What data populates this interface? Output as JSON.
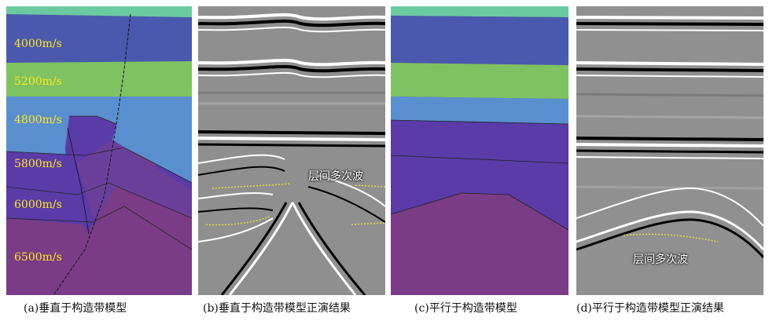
{
  "panels": {
    "a": {
      "caption": "(a)垂直于构造带模型",
      "velocities": [
        "4000m/s",
        "5200m/s",
        "4800m/s",
        "5800m/s",
        "6000m/s",
        "6500m/s"
      ]
    },
    "b": {
      "caption": "(b)垂直于构造带模型正演结果",
      "annotation": "层间多次波"
    },
    "c": {
      "caption": "(c)平行于构造带模型"
    },
    "d": {
      "caption": "(d)平行于构造带模型正演结果",
      "annotation": "层间多次波"
    }
  },
  "colors": {
    "layer_top": "#6bcaa0",
    "layer_4000": "#4a59ad",
    "layer_5200": "#7fc261",
    "layer_4800": "#5a8fcf",
    "layer_5800": "#5a3ba8",
    "layer_6000": "#5a3ba8",
    "layer_6500": "#7a3c86",
    "velocity_label": "#ffe81a",
    "multiple_marker": "#e0e040",
    "seismic_gray": "#909090"
  }
}
